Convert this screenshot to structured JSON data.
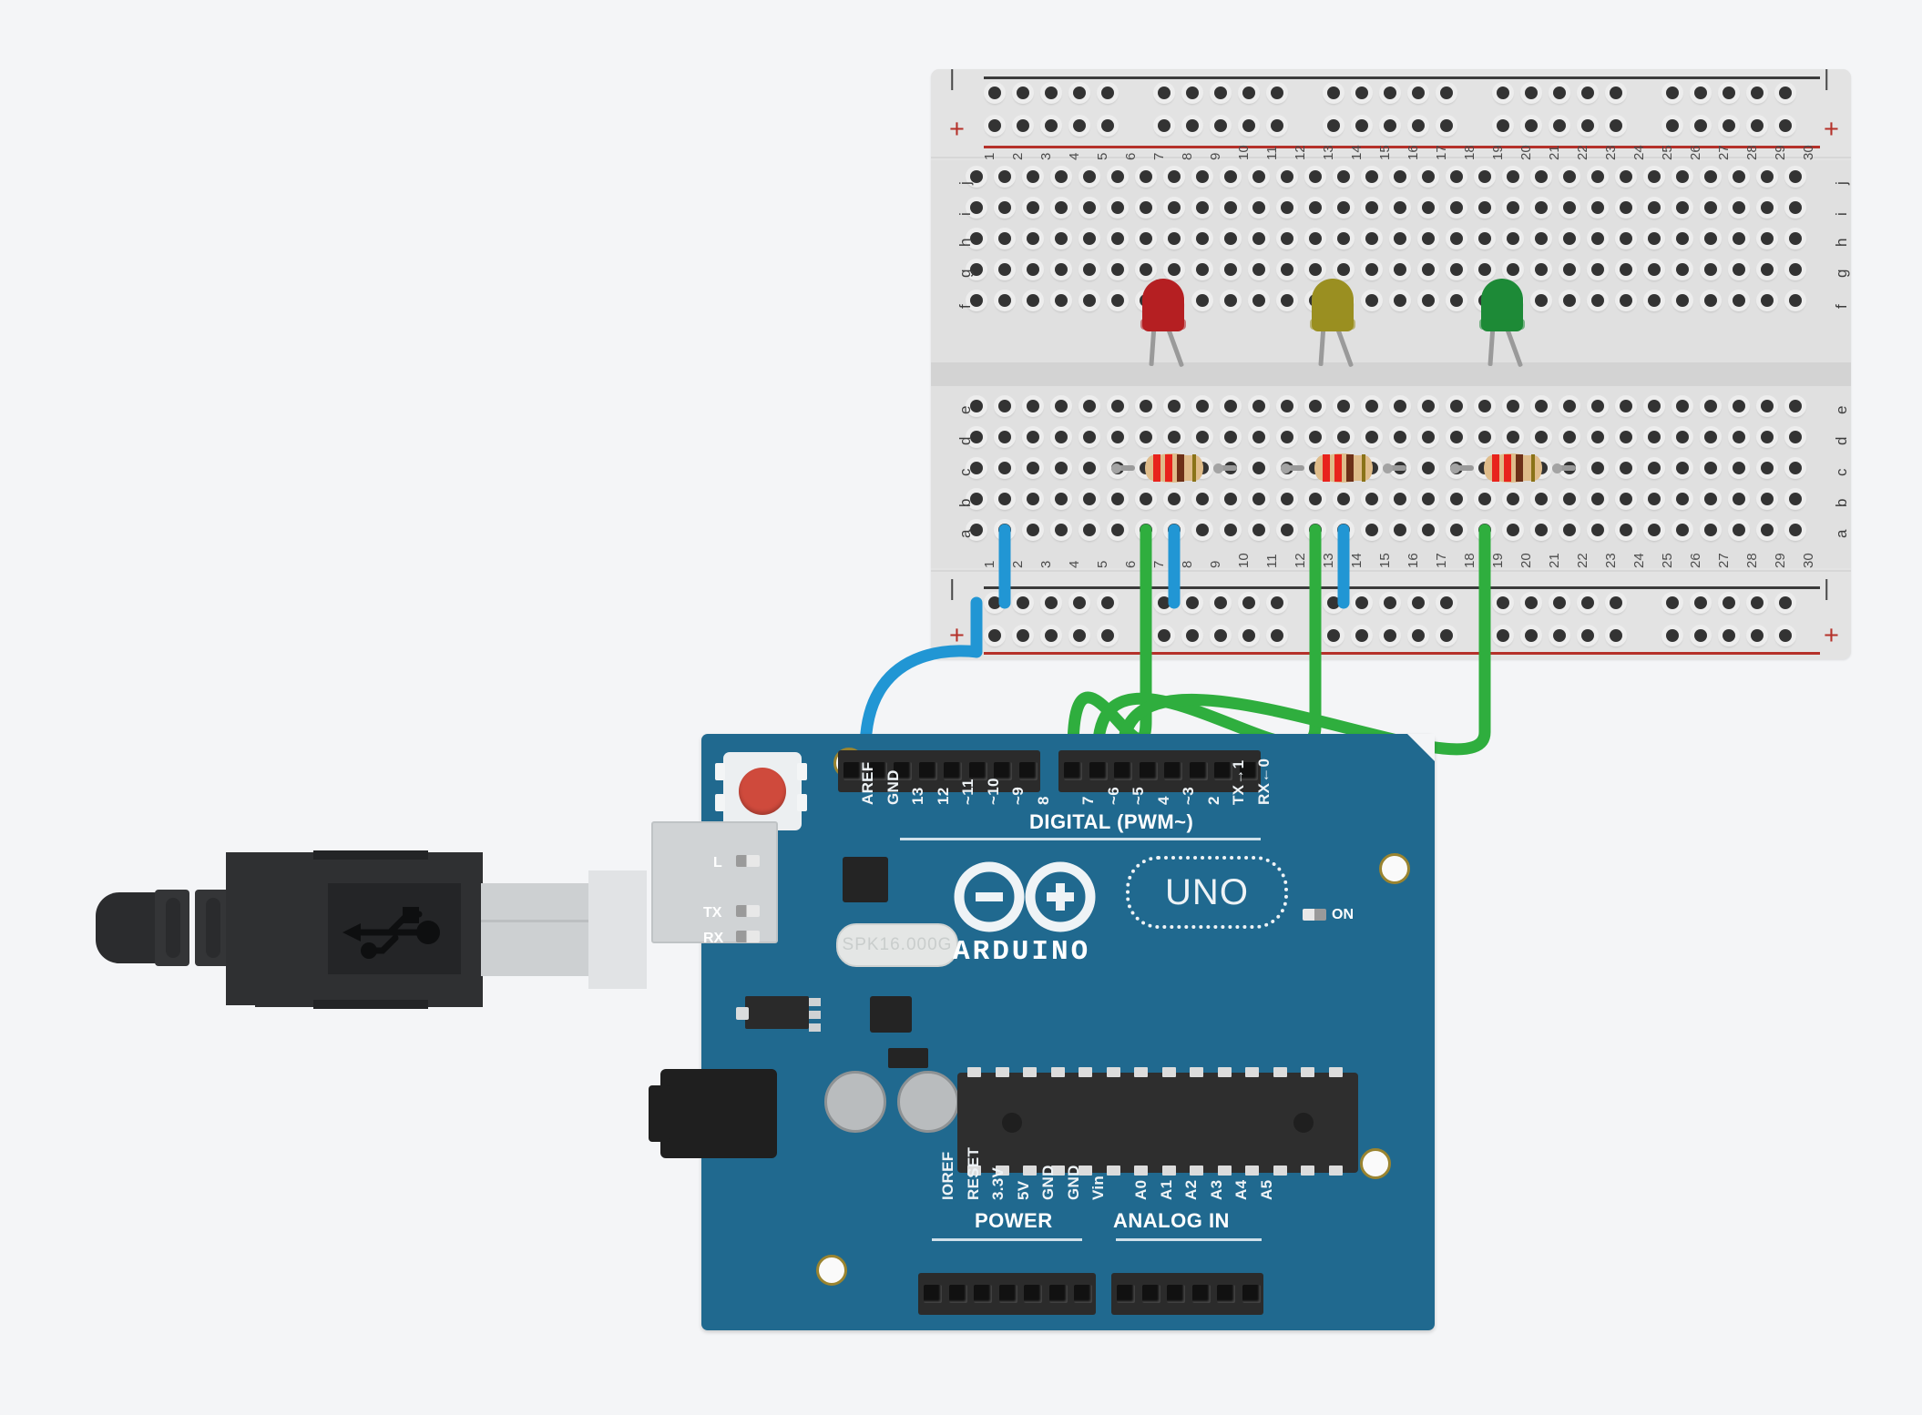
{
  "scene": {
    "title": "Arduino UNO traffic-light circuit on breadboard",
    "background_color": "#f4f5f7"
  },
  "breadboard": {
    "name": "full-size solderless breadboard",
    "columns": [
      1,
      2,
      3,
      4,
      5,
      6,
      7,
      8,
      9,
      10,
      11,
      12,
      13,
      14,
      15,
      16,
      17,
      18,
      19,
      20,
      21,
      22,
      23,
      24,
      25,
      26,
      27,
      28,
      29,
      30
    ],
    "rows_top": [
      "j",
      "i",
      "h",
      "g",
      "f"
    ],
    "rows_bottom": [
      "e",
      "d",
      "c",
      "b",
      "a"
    ],
    "rail_minus_symbol": "|",
    "rail_plus_symbol": "+",
    "rail_colors": {
      "negative": "#3a3a3a",
      "positive": "#b5312a"
    },
    "body_color": "#e3e3e3"
  },
  "components": {
    "leds": [
      {
        "name": "red-led",
        "color_label": "red",
        "hex": "#b51f22",
        "column": 7,
        "anode_column": 8,
        "cathode_column": 7
      },
      {
        "name": "yellow-led",
        "color_label": "yellow",
        "hex": "#9a8f21",
        "column": 13,
        "anode_column": 14,
        "cathode_column": 13
      },
      {
        "name": "green-led",
        "color_label": "green",
        "hex": "#1d8a37",
        "column": 19,
        "anode_column": 20,
        "cathode_column": 19
      }
    ],
    "resistors": [
      {
        "name": "resistor-1",
        "value": "220",
        "unit": "ohm",
        "bands": [
          "red",
          "red",
          "brown",
          "gold"
        ],
        "from_column": 6,
        "to_column": 10
      },
      {
        "name": "resistor-2",
        "value": "220",
        "unit": "ohm",
        "bands": [
          "red",
          "red",
          "brown",
          "gold"
        ],
        "from_column": 12,
        "to_column": 16
      },
      {
        "name": "resistor-3",
        "value": "220",
        "unit": "ohm",
        "bands": [
          "red",
          "red",
          "brown",
          "gold"
        ],
        "from_column": 18,
        "to_column": 22
      }
    ],
    "band_colors": {
      "red": "#e8231c",
      "brown": "#6d3018",
      "gold": "#8a7318",
      "body": "#dfbc8a"
    },
    "wires": [
      {
        "name": "wire-gnd-rail",
        "color_label": "blue",
        "hex": "#2196d4",
        "from": "breadboard column 2 row a",
        "to": "breadboard negative rail"
      },
      {
        "name": "wire-gnd-arduino",
        "color_label": "blue",
        "hex": "#2196d4",
        "from": "breadboard negative rail",
        "to": "Arduino GND"
      },
      {
        "name": "wire-led1-gnd",
        "color_label": "blue",
        "hex": "#2196d4",
        "from": "breadboard column 8 row a",
        "to": "breadboard negative rail"
      },
      {
        "name": "wire-led2-gnd",
        "color_label": "blue",
        "hex": "#2196d4",
        "from": "breadboard column 14 row a",
        "to": "breadboard negative rail"
      },
      {
        "name": "wire-pin7-red",
        "color_label": "green",
        "hex": "#2fae3e",
        "from": "breadboard column 7 row a",
        "to": "Arduino pin 7"
      },
      {
        "name": "wire-pin6-yellow",
        "color_label": "green",
        "hex": "#2fae3e",
        "from": "breadboard column 13 row a",
        "to": "Arduino pin ~6"
      },
      {
        "name": "wire-pin5-green",
        "color_label": "green",
        "hex": "#2fae3e",
        "from": "breadboard column 19 row a",
        "to": "Arduino pin ~5"
      }
    ]
  },
  "arduino": {
    "brand": "ARDUINO",
    "model": "UNO",
    "board_color": "#20698f",
    "digital_header": {
      "section_label": "DIGITAL (PWM~)",
      "left_group": [
        "AREF",
        "GND",
        "13",
        "12",
        "~11",
        "~10",
        "~9",
        "8"
      ],
      "right_group": [
        "7",
        "~6",
        "~5",
        "4",
        "~3",
        "2",
        "TX→1",
        "RX←0"
      ]
    },
    "power_header": {
      "section_label": "POWER",
      "pins": [
        "IOREF",
        "RESET",
        "3.3V",
        "5V",
        "GND",
        "GND",
        "Vin"
      ]
    },
    "analog_header": {
      "section_label": "ANALOG IN",
      "pins": [
        "A0",
        "A1",
        "A2",
        "A3",
        "A4",
        "A5"
      ]
    },
    "status_leds": [
      {
        "name": "led-l",
        "label": "L"
      },
      {
        "name": "led-tx",
        "label": "TX"
      },
      {
        "name": "led-rx",
        "label": "RX"
      },
      {
        "name": "led-on",
        "label": "ON"
      }
    ],
    "crystal_text": "SPK16.000G",
    "reset_button_label": "reset",
    "microcontroller": {
      "package": "DIP-28",
      "pins_per_side": 14
    }
  },
  "usb_cable": {
    "name": "usb-type-b-cable",
    "connector_type": "USB Type-B",
    "icon": "usb-trident-icon",
    "shell_color": "#2f3032",
    "contact_color": "#cdd0d2"
  }
}
